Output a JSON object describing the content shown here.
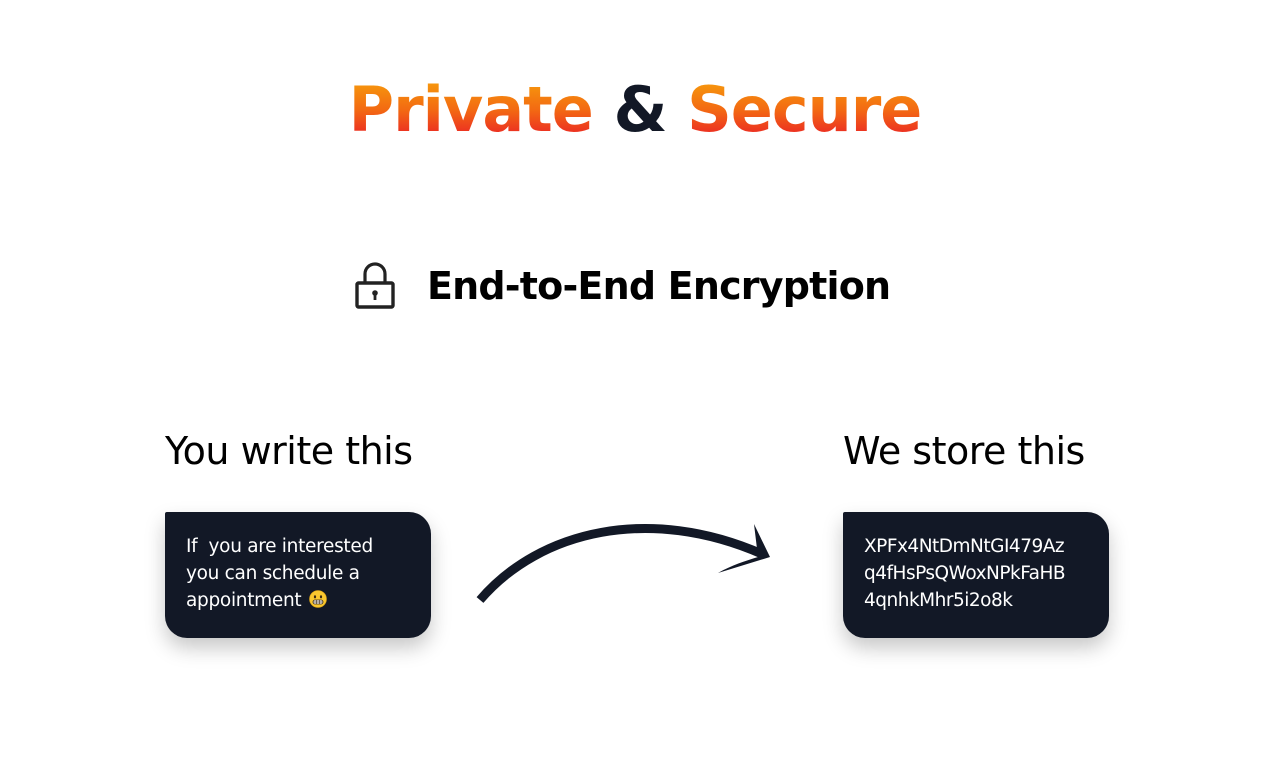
{
  "headline": {
    "word1": "Private",
    "connector": "&",
    "word2": "Secure"
  },
  "feature": {
    "icon": "lock-icon",
    "title": "End-to-End Encryption"
  },
  "left_column": {
    "label": "You write this",
    "message_lines": [
      "If  you are interested",
      "you can schedule a",
      "appointment"
    ],
    "emoji": "grimacing-face-emoji"
  },
  "right_column": {
    "label": "We store this",
    "cipher_lines": [
      "XPFx4NtDmNtGI479Az",
      "q4fHsPsQWoxNPkFaHB",
      "4qnhkMhr5i2o8k"
    ]
  },
  "arrow_icon": "curved-arrow-icon",
  "colors": {
    "gradient_top": "#f7a70b",
    "gradient_bottom": "#e8102a",
    "dark": "#121826",
    "bubble_text": "#ffffff"
  }
}
